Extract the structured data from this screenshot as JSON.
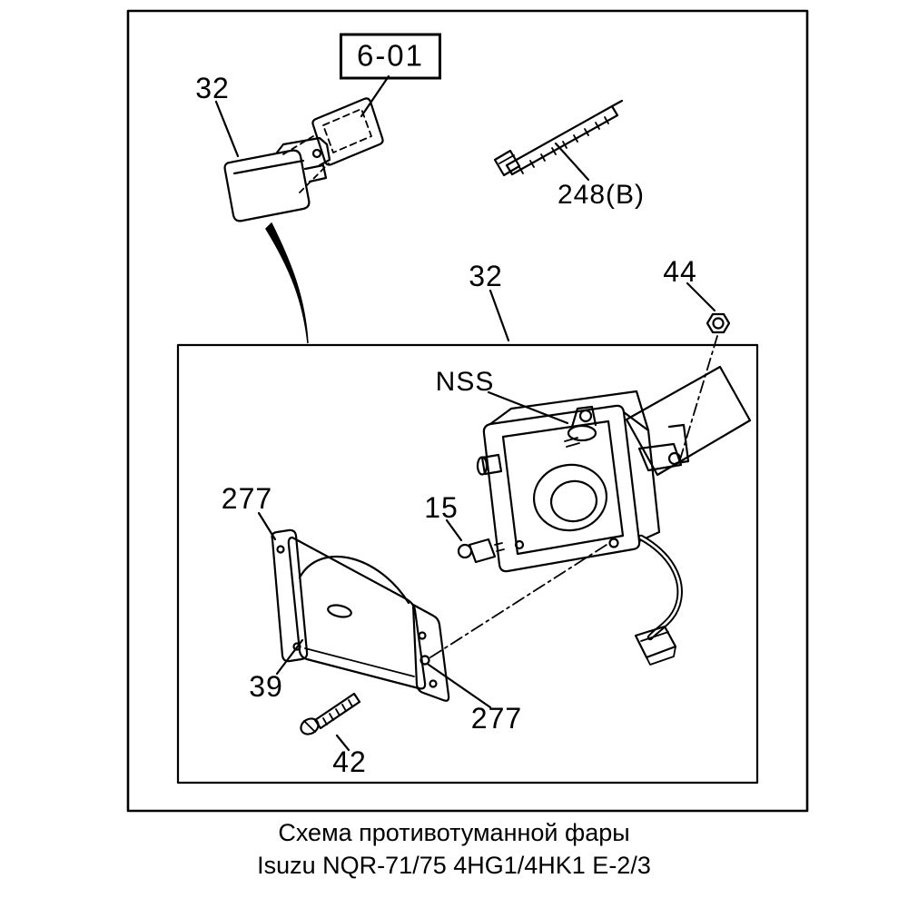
{
  "diagram": {
    "caption_line1": "Схема противотуманной фары",
    "caption_line2": "Isuzu NQR-71/75 4HG1/4HK1 E-2/3"
  },
  "labels": {
    "ref_6_01": "6-01",
    "ref_32_top": "32",
    "ref_248_b": "248(B)",
    "ref_32_mid": "32",
    "ref_44": "44",
    "ref_nss": "NSS",
    "ref_277_left": "277",
    "ref_15": "15",
    "ref_39": "39",
    "ref_277_right": "277",
    "ref_42": "42"
  },
  "colors": {
    "line": "#000000",
    "background": "#ffffff"
  }
}
